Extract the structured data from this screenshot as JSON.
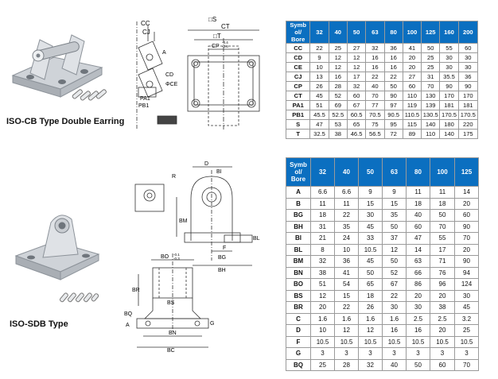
{
  "section1": {
    "caption": "ISO-CB Type Double Earring",
    "drawing_labels": {
      "cc": "CC",
      "cj": "CJ",
      "a": "A",
      "cd": "CD",
      "ce": "ΦCE",
      "pa1": "PA1",
      "pb1": "PB1",
      "s": "□S",
      "t": "□T",
      "ct": "CT",
      "cp": "CP",
      "cp_tol_top": "-0.4",
      "cp_tol_bot": "-0.6"
    },
    "table": {
      "header_label": "Symb\nol/\nBore",
      "columns": [
        "32",
        "40",
        "50",
        "63",
        "80",
        "100",
        "125",
        "160",
        "200"
      ],
      "rows": [
        {
          "symbol": "CC",
          "values": [
            "22",
            "25",
            "27",
            "32",
            "36",
            "41",
            "50",
            "55",
            "60"
          ]
        },
        {
          "symbol": "CD",
          "values": [
            "9",
            "12",
            "12",
            "16",
            "16",
            "20",
            "25",
            "30",
            "30"
          ]
        },
        {
          "symbol": "CE",
          "values": [
            "10",
            "12",
            "12",
            "16",
            "16",
            "20",
            "25",
            "30",
            "30"
          ]
        },
        {
          "symbol": "CJ",
          "values": [
            "13",
            "16",
            "17",
            "22",
            "22",
            "27",
            "31",
            "35.5",
            "36"
          ]
        },
        {
          "symbol": "CP",
          "values": [
            "26",
            "28",
            "32",
            "40",
            "50",
            "60",
            "70",
            "90",
            "90"
          ]
        },
        {
          "symbol": "CT",
          "values": [
            "45",
            "52",
            "60",
            "70",
            "90",
            "110",
            "130",
            "170",
            "170"
          ]
        },
        {
          "symbol": "PA1",
          "values": [
            "51",
            "69",
            "67",
            "77",
            "97",
            "119",
            "139",
            "181",
            "181"
          ]
        },
        {
          "symbol": "PB1",
          "values": [
            "45.5",
            "52.5",
            "60.5",
            "70.5",
            "90.5",
            "110.5",
            "130.5",
            "170.5",
            "170.5"
          ]
        },
        {
          "symbol": "S",
          "values": [
            "47",
            "53",
            "65",
            "75",
            "95",
            "115",
            "140",
            "180",
            "220"
          ]
        },
        {
          "symbol": "T",
          "values": [
            "32.5",
            "38",
            "46.5",
            "56.5",
            "72",
            "89",
            "110",
            "140",
            "175"
          ]
        }
      ]
    }
  },
  "section2": {
    "caption": "ISO-SDB Type",
    "drawing_labels": {
      "r": "R",
      "d": "D",
      "bi": "BI",
      "bm": "BM",
      "bl": "BL",
      "f": "F",
      "bg": "BG",
      "bh": "BH",
      "bo": "BO",
      "br": "BR",
      "bs": "BS",
      "bq": "BQ",
      "a": "A",
      "g": "G",
      "bn": "BN",
      "bc": "BC",
      "bo_tol_top": "-0.1",
      "bo_tol_bot": "-0.3"
    },
    "table": {
      "header_label": "Symb\nol/\nBore",
      "columns": [
        "32",
        "40",
        "50",
        "63",
        "80",
        "100",
        "125"
      ],
      "rows": [
        {
          "symbol": "A",
          "values": [
            "6.6",
            "6.6",
            "9",
            "9",
            "11",
            "11",
            "14"
          ]
        },
        {
          "symbol": "B",
          "values": [
            "11",
            "11",
            "15",
            "15",
            "18",
            "18",
            "20"
          ]
        },
        {
          "symbol": "BG",
          "values": [
            "18",
            "22",
            "30",
            "35",
            "40",
            "50",
            "60"
          ]
        },
        {
          "symbol": "BH",
          "values": [
            "31",
            "35",
            "45",
            "50",
            "60",
            "70",
            "90"
          ]
        },
        {
          "symbol": "BI",
          "values": [
            "21",
            "24",
            "33",
            "37",
            "47",
            "55",
            "70"
          ]
        },
        {
          "symbol": "BL",
          "values": [
            "8",
            "10",
            "10.5",
            "12",
            "14",
            "17",
            "20"
          ]
        },
        {
          "symbol": "BM",
          "values": [
            "32",
            "36",
            "45",
            "50",
            "63",
            "71",
            "90"
          ]
        },
        {
          "symbol": "BN",
          "values": [
            "38",
            "41",
            "50",
            "52",
            "66",
            "76",
            "94"
          ]
        },
        {
          "symbol": "BO",
          "values": [
            "51",
            "54",
            "65",
            "67",
            "86",
            "96",
            "124"
          ]
        },
        {
          "symbol": "BS",
          "values": [
            "12",
            "15",
            "18",
            "22",
            "20",
            "20",
            "30"
          ]
        },
        {
          "symbol": "BR",
          "values": [
            "20",
            "22",
            "26",
            "30",
            "30",
            "38",
            "45"
          ]
        },
        {
          "symbol": "C",
          "values": [
            "1.6",
            "1.6",
            "1.6",
            "1.6",
            "2.5",
            "2.5",
            "3.2"
          ]
        },
        {
          "symbol": "D",
          "values": [
            "10",
            "12",
            "12",
            "16",
            "16",
            "20",
            "25"
          ]
        },
        {
          "symbol": "F",
          "values": [
            "10.5",
            "10.5",
            "10.5",
            "10.5",
            "10.5",
            "10.5",
            "10.5"
          ]
        },
        {
          "symbol": "G",
          "values": [
            "3",
            "3",
            "3",
            "3",
            "3",
            "3",
            "3"
          ]
        },
        {
          "symbol": "BQ",
          "values": [
            "25",
            "28",
            "32",
            "40",
            "50",
            "60",
            "70"
          ]
        }
      ]
    }
  }
}
